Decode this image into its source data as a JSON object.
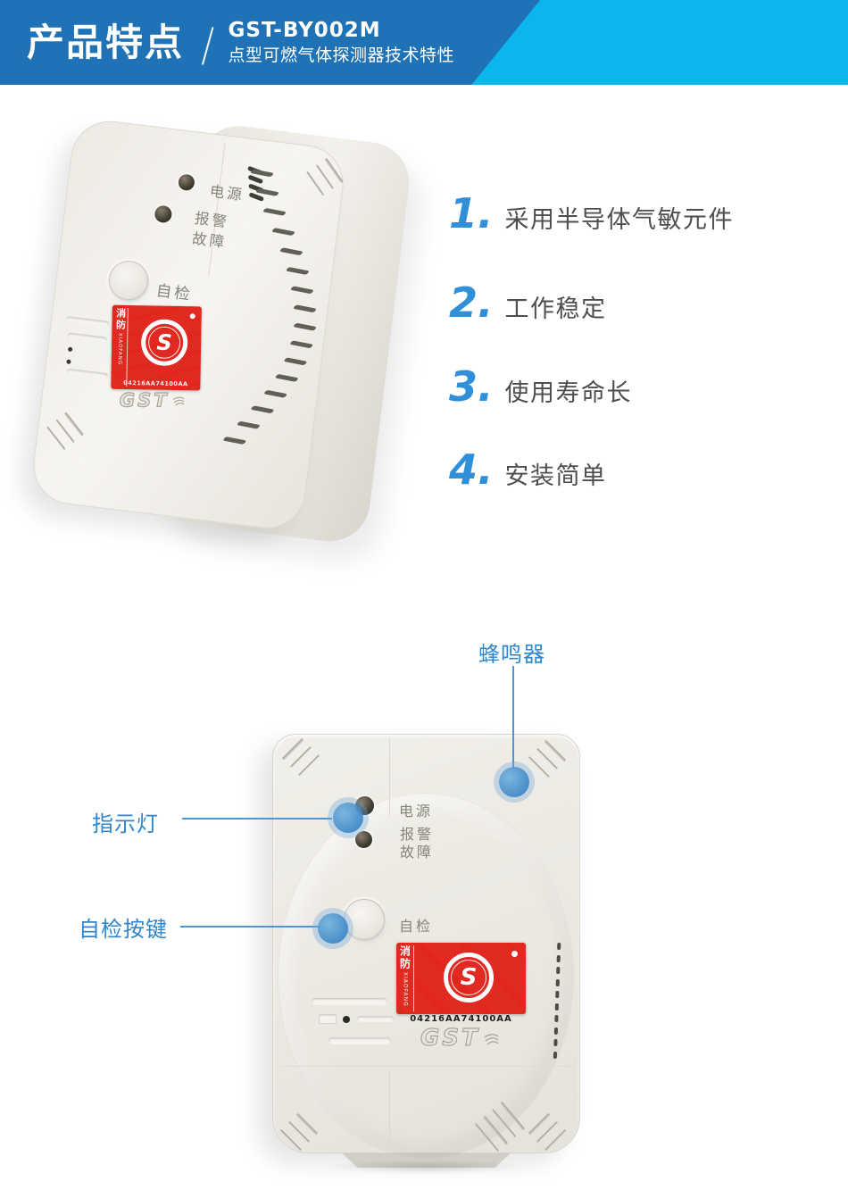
{
  "header": {
    "title": "产品特点",
    "divider": "/",
    "model": "GST-BY002M",
    "subtitle": "点型可燃气体探测器技术特性"
  },
  "features": {
    "items": [
      {
        "num": "1.",
        "text": "采用半导体气敏元件"
      },
      {
        "num": "2.",
        "text": "工作稳定"
      },
      {
        "num": "3.",
        "text": "使用寿命长"
      },
      {
        "num": "4.",
        "text": "安装简单"
      }
    ]
  },
  "device": {
    "labels": {
      "power": "电源",
      "alarm": "报警",
      "fault": "故障",
      "self_test": "自检"
    },
    "cert": {
      "fire_cn": "消防",
      "fire_en": "XIAOFANG",
      "mark_letter": "S",
      "serial": "04216AA74100AA",
      "brand": "GST"
    }
  },
  "callouts": {
    "buzzer": "蜂鸣器",
    "indicator": "指示灯",
    "self_test_button": "自检按键"
  },
  "colors": {
    "banner_dark_blue": "#1e72b5",
    "banner_light_blue": "#0bb5ee",
    "accent_blue": "#2f8fd9",
    "callout_blue": "#2e86d1",
    "feature_text_gray": "#4e4e4e",
    "cert_red": "#df2017",
    "device_body": "#edebe5"
  }
}
